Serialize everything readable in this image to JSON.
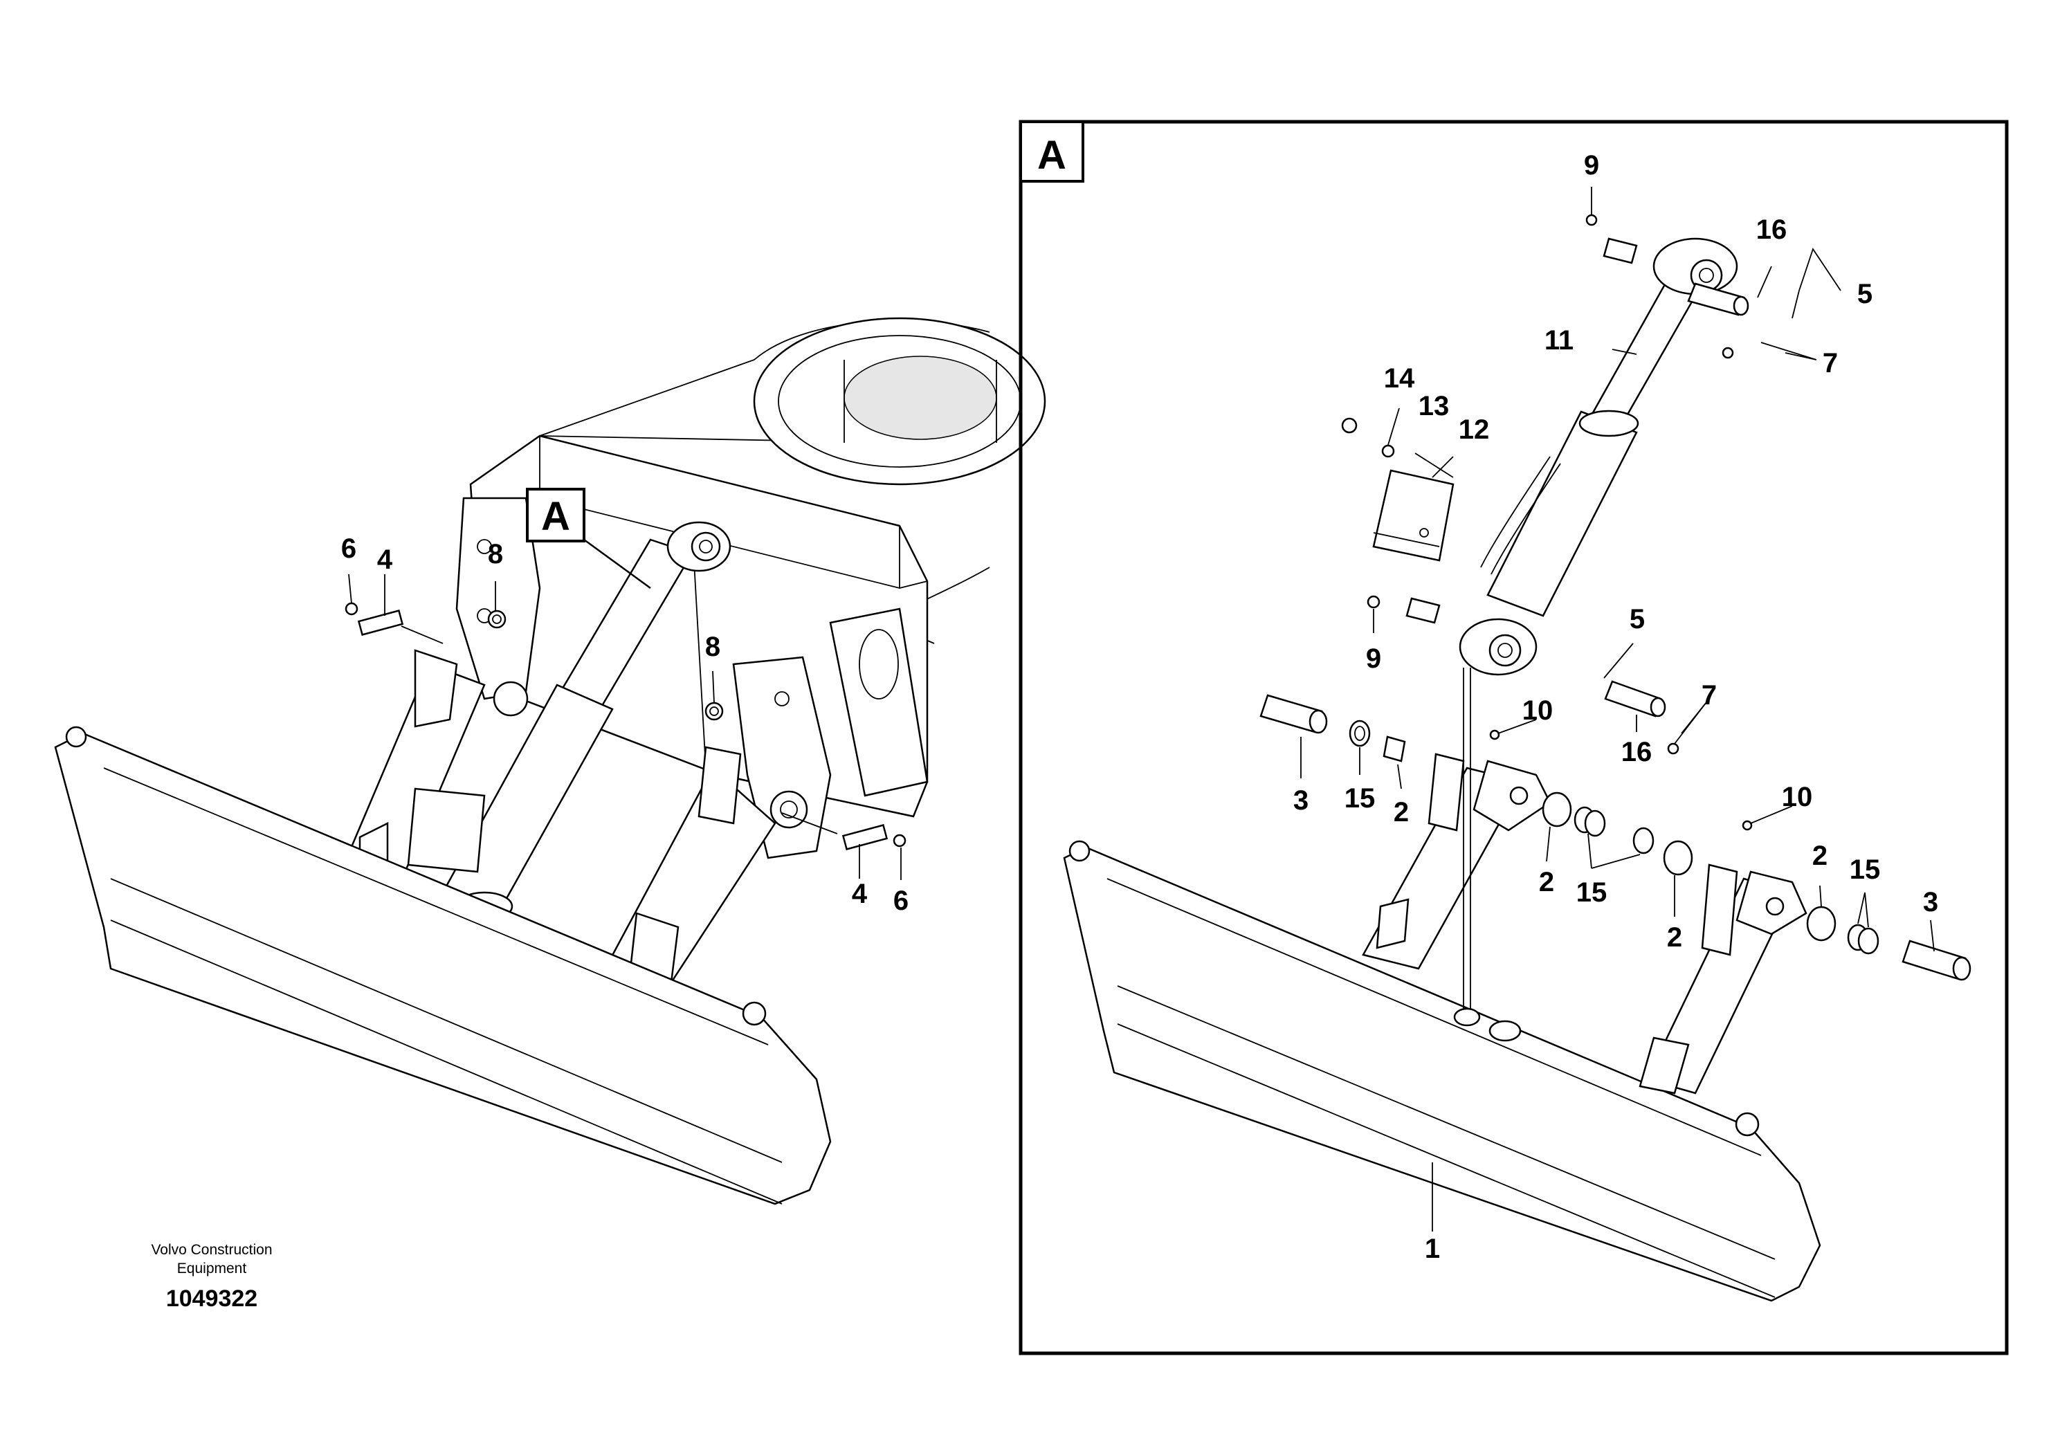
{
  "detail_marker": "A",
  "credit": {
    "line1": "Volvo Construction",
    "line2": "Equipment"
  },
  "document_number": "1049322",
  "overview_callouts": {
    "a": "6",
    "b": "4",
    "c": "8",
    "d": "8",
    "e": "4",
    "f": "6"
  },
  "detail_callouts": {
    "p9a": "9",
    "p16a": "16",
    "p5a": "5",
    "p11": "11",
    "p7a": "7",
    "p14": "14",
    "p13": "13",
    "p12": "12",
    "p5b": "5",
    "p9b": "9",
    "p7b": "7",
    "p16b": "16",
    "p10a": "10",
    "p3a": "3",
    "p15a": "15",
    "p2a": "2",
    "p10b": "10",
    "p2b": "2",
    "p15b": "15",
    "p2c": "2",
    "p2d": "2",
    "p15c": "15",
    "p3b": "3",
    "p1": "1"
  }
}
